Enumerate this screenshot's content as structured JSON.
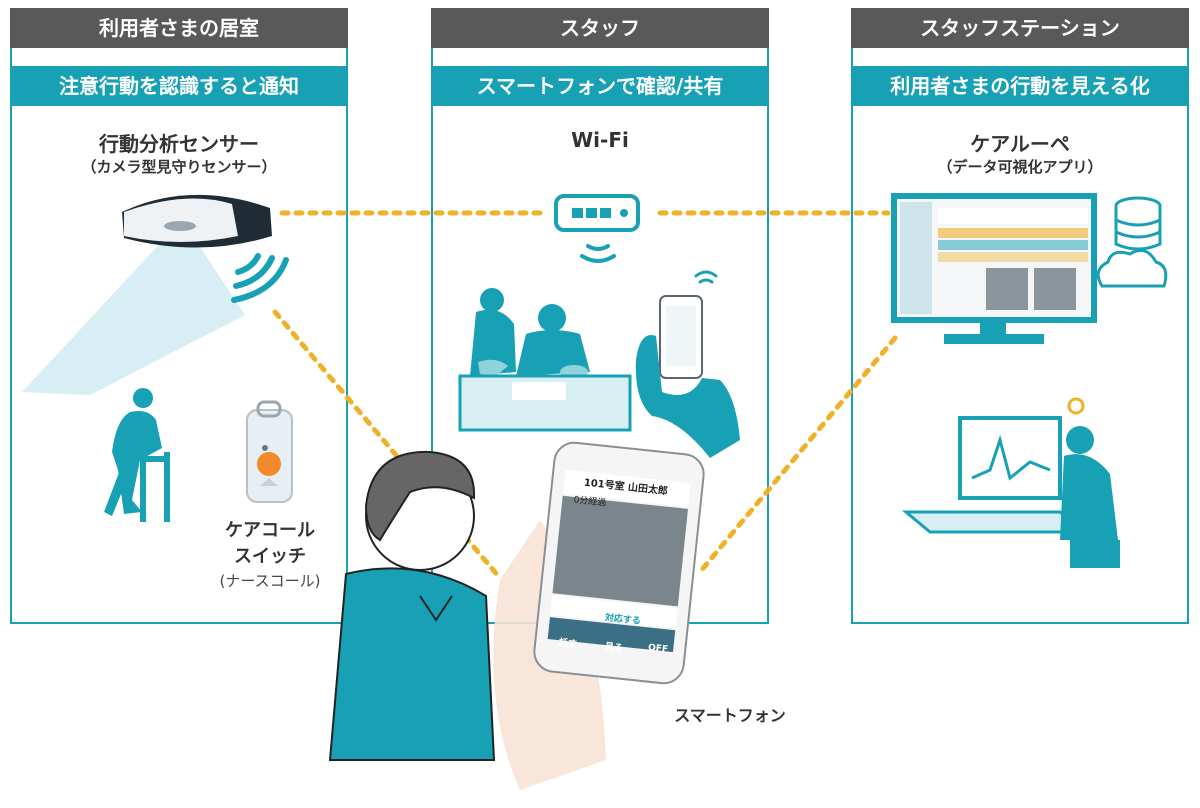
{
  "panels": [
    {
      "header": "利用者さまの居室",
      "subheader": "注意行動を認識すると通知"
    },
    {
      "header": "スタッフ",
      "subheader": "スマートフォンで確認/共有"
    },
    {
      "header": "スタッフステーション",
      "subheader": "利用者さまの行動を見える化"
    }
  ],
  "labels": {
    "sensor_title": "行動分析センサー",
    "sensor_subtitle": "（カメラ型見守りセンサー）",
    "wifi": "Wi-Fi",
    "care_call_line1": "ケアコール",
    "care_call_line2": "スイッチ",
    "nurse_call": "(ナースコール)",
    "app_title": "ケアルーペ",
    "app_subtitle": "（データ可視化アプリ）",
    "smartphone": "スマートフォン"
  },
  "phone_screen": {
    "room": "101号室 山田太郎",
    "elapsed": "0分経過",
    "respond": "対応する",
    "talk": "話す",
    "live": "見る",
    "off": "OFF"
  },
  "colors": {
    "teal": "#18a0b4",
    "header_gray": "#595959",
    "dotted": "#f0b12a"
  }
}
